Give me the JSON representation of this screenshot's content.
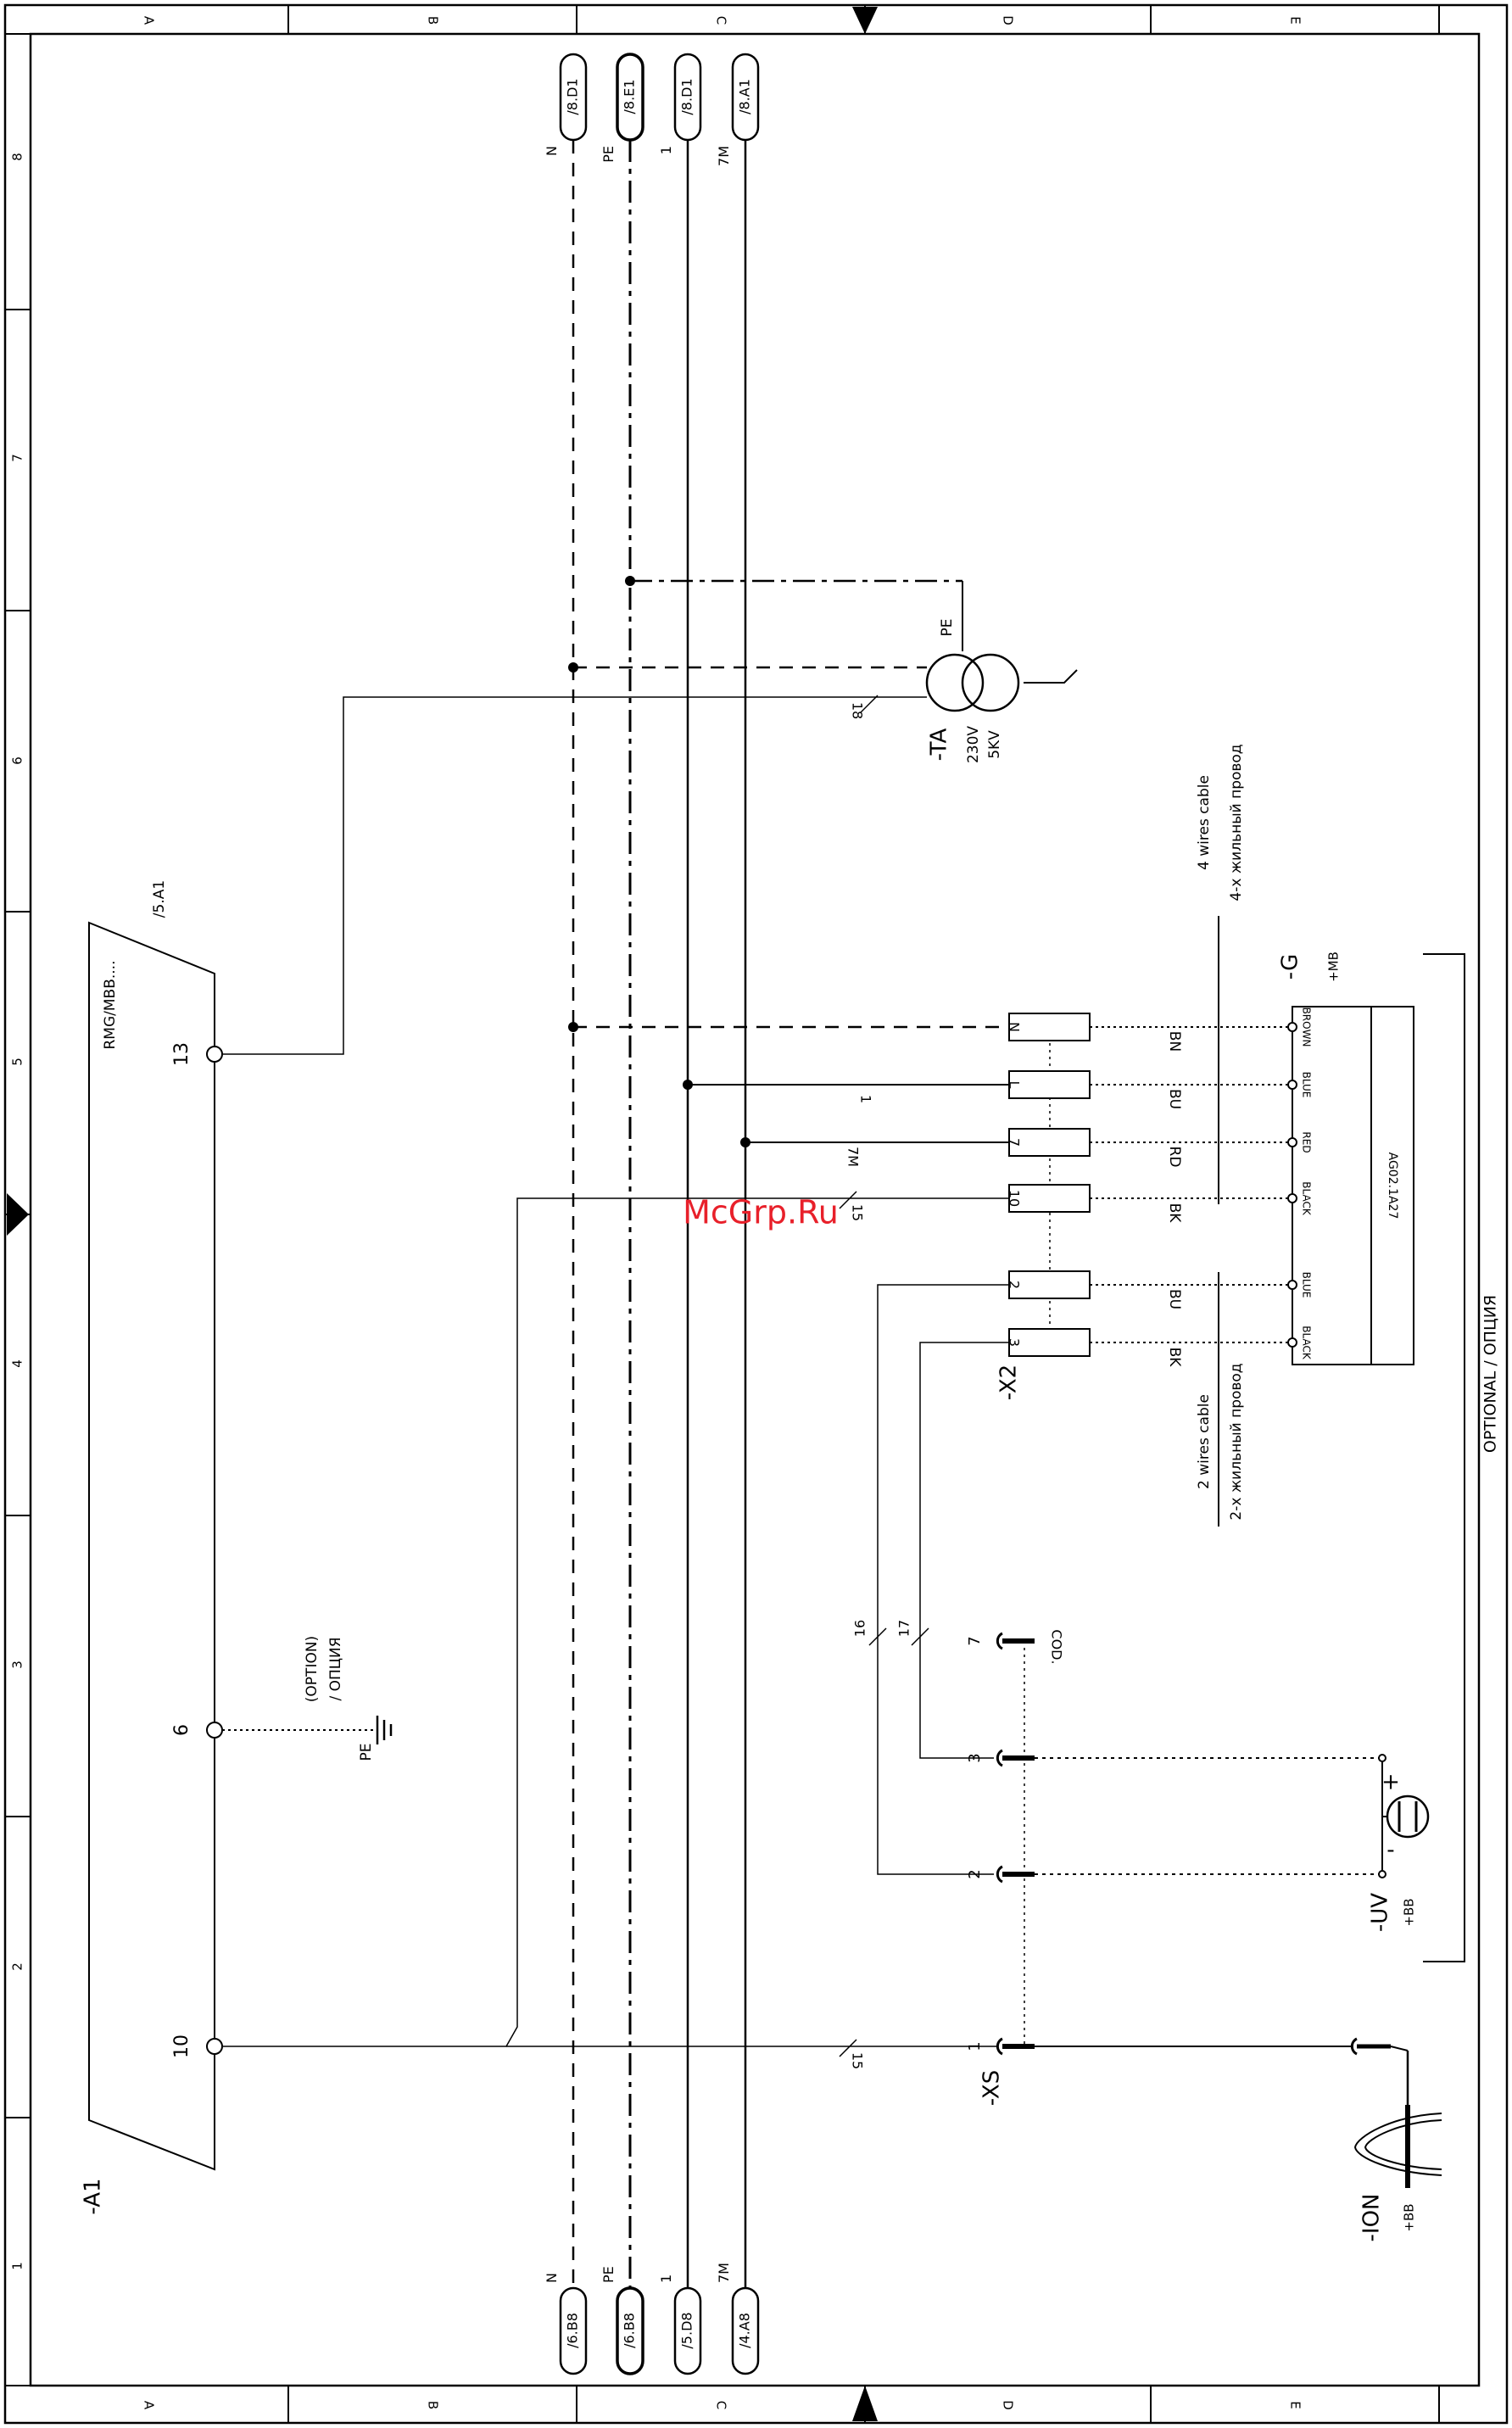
{
  "frame": {
    "columns": [
      "A",
      "B",
      "C",
      "D",
      "E"
    ],
    "rows": [
      "8",
      "7",
      "6",
      "5",
      "4",
      "3",
      "2",
      "1"
    ]
  },
  "watermark": "McGrp.Ru",
  "rails": {
    "top": [
      {
        "name": "N",
        "ref": "/8.D1"
      },
      {
        "name": "PE",
        "ref": "/8.E1"
      },
      {
        "name": "1",
        "ref": "/8.D1"
      },
      {
        "name": "7M",
        "ref": "/8.A1"
      }
    ],
    "bottom": [
      {
        "name": "N",
        "ref": "/6.B8"
      },
      {
        "name": "PE",
        "ref": "/6.B8"
      },
      {
        "name": "1",
        "ref": "/5.D8"
      },
      {
        "name": "7M",
        "ref": "/4.A8"
      }
    ]
  },
  "controller": {
    "tag": "-A1",
    "model": "RMG/MBB....",
    "ref": "/5.A1",
    "pins": [
      "13",
      "6",
      "10"
    ]
  },
  "option_pe": {
    "line1": "(OPTION)",
    "line2": "/ ОПЦИЯ",
    "pe": "PE"
  },
  "transformer": {
    "tag": "-TA",
    "v1": "230V",
    "v2": "5KV",
    "pe": "PE",
    "wire": "18"
  },
  "terminal": {
    "tag": "-X2",
    "terminals": [
      "N",
      "L",
      "7",
      "10",
      "2",
      "3"
    ],
    "wire_labels": [
      "1",
      "7M",
      "15"
    ]
  },
  "cable4": {
    "line1": "4  wires cable",
    "line2": "4-х жильный провод"
  },
  "cable2": {
    "line1": "2  wires cable",
    "line2": "2-х жильный провод"
  },
  "wire_colors": [
    "BN",
    "BU",
    "RD",
    "BK",
    "BU",
    "BK"
  ],
  "device_g": {
    "tag": "-G",
    "loc": "+MB",
    "model": "AG02.1A27",
    "pins": [
      "BROWN",
      "BLUE",
      "RED",
      "BLACK",
      "BLUE",
      "BLACK"
    ]
  },
  "optional": "OPTIONAL  / ОПЦИЯ",
  "wires": {
    "w16": "16",
    "w17": "17",
    "w15": "15"
  },
  "connector": {
    "tag": "-XS",
    "pins": [
      "7",
      "3",
      "2",
      "1"
    ],
    "cod": "COD."
  },
  "uv": {
    "tag": "-UV",
    "loc": "+BB",
    "plus": "+",
    "minus": "-"
  },
  "ion": {
    "tag": "-ION",
    "loc": "+BB"
  }
}
